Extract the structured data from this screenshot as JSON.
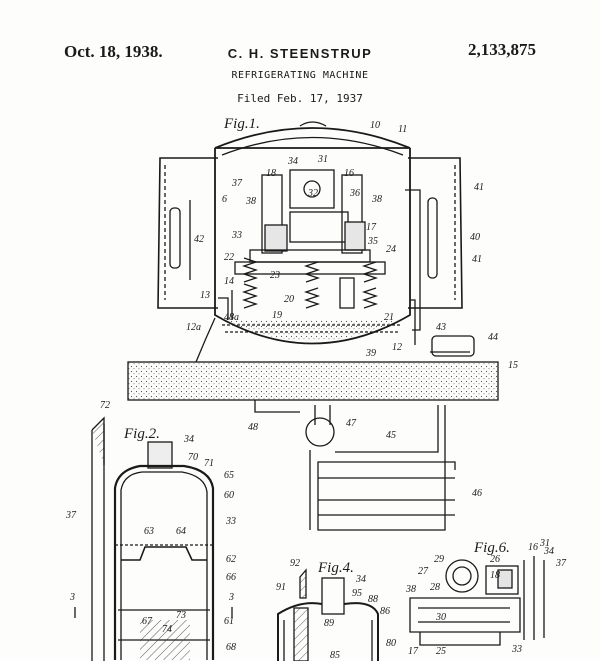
{
  "header": {
    "date": "Oct. 18, 1938.",
    "inventor": "C. H. STEENSTRUP",
    "title": "REFRIGERATING MACHINE",
    "filed": "Filed Feb. 17, 1937",
    "patent_number": "2,133,875"
  },
  "figures": {
    "fig1": "Fig.1.",
    "fig2": "Fig.2.",
    "fig4": "Fig.4.",
    "fig6": "Fig.6."
  },
  "ref_labels": {
    "fig1": [
      "10",
      "11",
      "34",
      "31",
      "16",
      "18",
      "37",
      "6",
      "38",
      "32",
      "36",
      "38",
      "41",
      "42",
      "33",
      "17",
      "35",
      "40",
      "22",
      "24",
      "41",
      "23",
      "14",
      "20",
      "13",
      "21",
      "12a",
      "48a",
      "19",
      "43",
      "44",
      "39",
      "12",
      "15",
      "47",
      "48",
      "45",
      "46"
    ],
    "fig2": [
      "72",
      "34",
      "70",
      "71",
      "65",
      "60",
      "37",
      "63",
      "64",
      "33",
      "62",
      "66",
      "3",
      "3",
      "73",
      "61",
      "67",
      "74",
      "68"
    ],
    "fig4": [
      "92",
      "91",
      "34",
      "95",
      "88",
      "86",
      "89",
      "80",
      "85"
    ],
    "fig6": [
      "29",
      "26",
      "16",
      "31",
      "34",
      "27",
      "18",
      "37",
      "38",
      "28",
      "30",
      "17",
      "25",
      "33"
    ]
  }
}
